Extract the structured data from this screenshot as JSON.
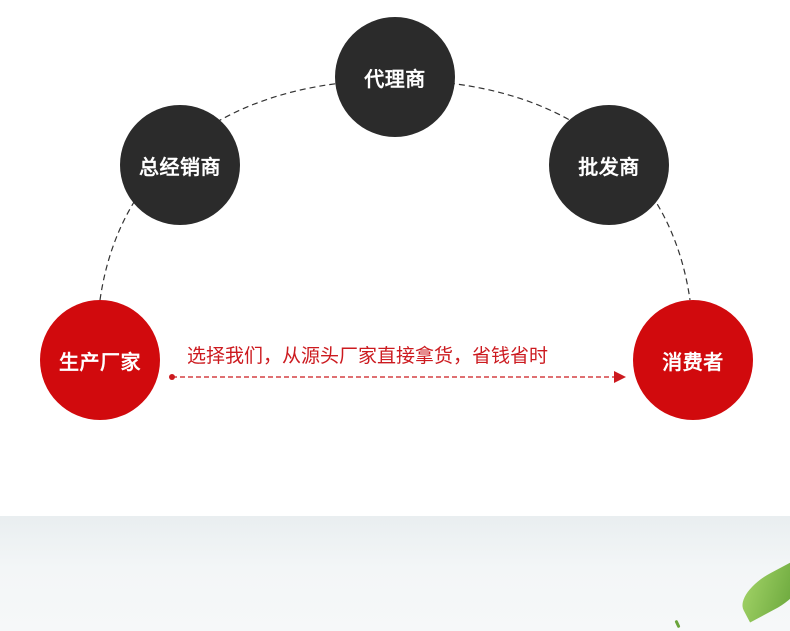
{
  "nodes": {
    "agent": "代理商",
    "general_distributor": "总经销商",
    "wholesaler": "批发商",
    "manufacturer": "生产厂家",
    "consumer": "消费者"
  },
  "slogan": "选择我们，从源头厂家直接拿货，省钱省时",
  "colors": {
    "dark_node": "#2b2b2b",
    "red_node": "#d10a0d",
    "slogan_text": "#cc1a1f",
    "dashed_line": "#333333",
    "arrow": "#cc1a1f"
  }
}
